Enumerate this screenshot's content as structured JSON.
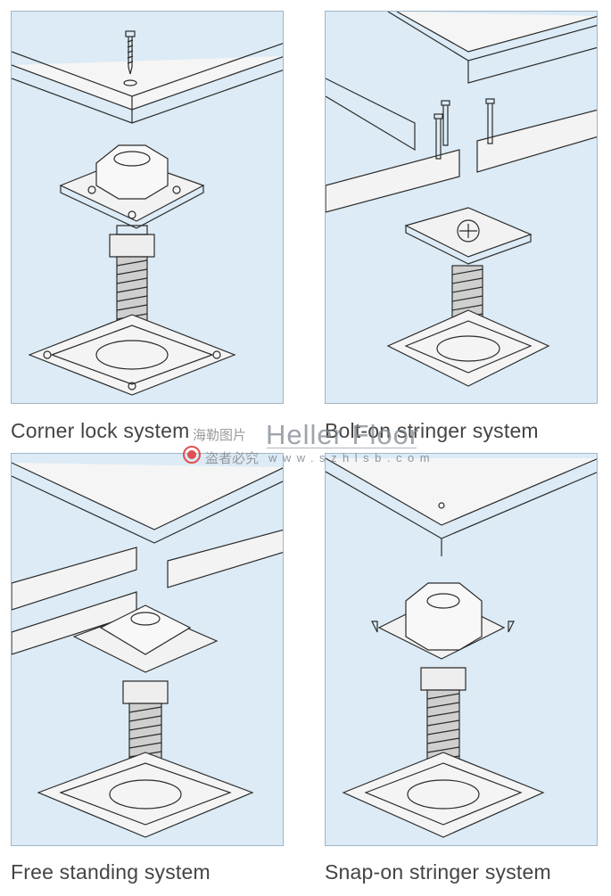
{
  "captions": {
    "corner_lock": "Corner lock system",
    "bolt_on": "Bolt-on stringer system",
    "free_standing": "Free standing system",
    "snap_on": "Snap-on stringer system"
  },
  "watermark": {
    "brand": "Heller Floor",
    "url": "www.szhlsb.com",
    "cn_line1": "海勒图片",
    "cn_line2": "盗者必究"
  },
  "colors": {
    "panel_bg": "#dcebf5",
    "line": "#2b2b2b",
    "watermark": "#7d8690",
    "watermark_mark": "#e05050"
  }
}
